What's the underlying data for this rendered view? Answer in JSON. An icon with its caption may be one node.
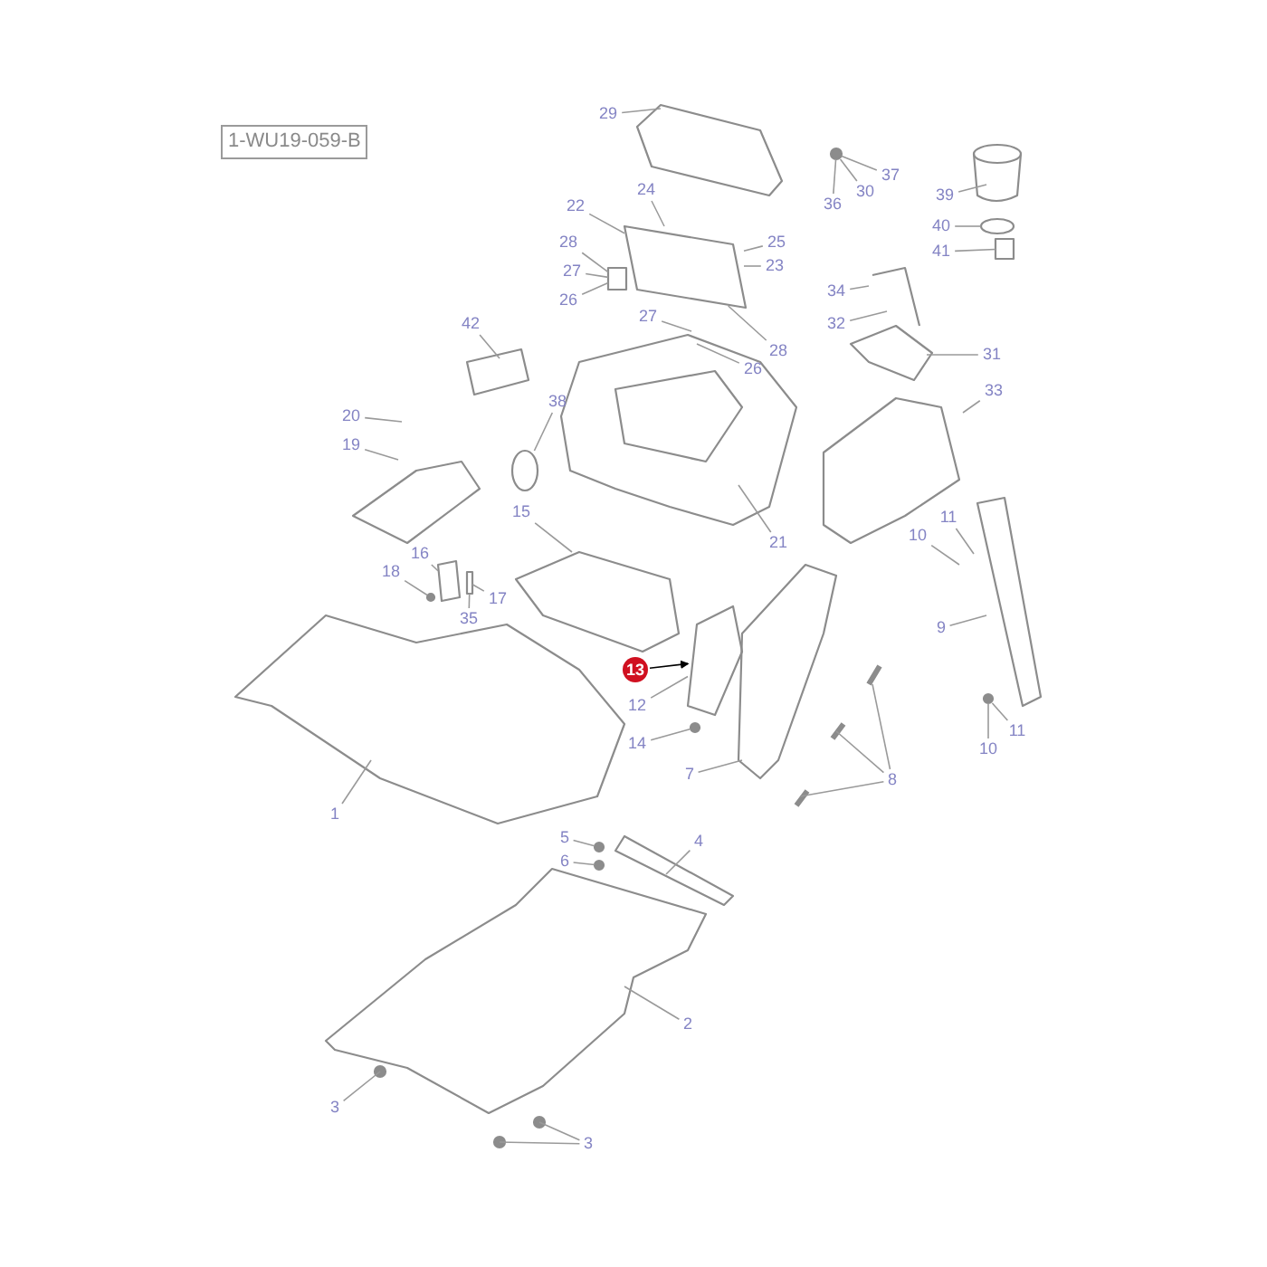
{
  "diagram": {
    "nodes": [
      {
        "text": [
          "1-WU19-059-B"
        ]
      },
      {
        "text": [
          "29"
        ]
      },
      {
        "text": [
          "37"
        ]
      },
      {
        "text": [
          "30"
        ]
      },
      {
        "text": [
          "39"
        ]
      },
      {
        "text": [
          "24"
        ]
      },
      {
        "text": [
          "36"
        ]
      },
      {
        "text": [
          "22"
        ]
      },
      {
        "text": [
          "40"
        ]
      },
      {
        "text": [
          "25"
        ]
      },
      {
        "text": [
          "28"
        ]
      },
      {
        "text": [
          "41"
        ]
      },
      {
        "text": [
          "23"
        ]
      },
      {
        "text": [
          "27"
        ]
      },
      {
        "text": [
          "34"
        ]
      },
      {
        "text": [
          "26"
        ]
      },
      {
        "text": [
          "27"
        ]
      },
      {
        "text": [
          "42"
        ]
      },
      {
        "text": [
          "32"
        ]
      },
      {
        "text": [
          "28"
        ]
      },
      {
        "text": [
          "31"
        ]
      },
      {
        "text": [
          "26"
        ]
      },
      {
        "text": [
          "33"
        ]
      },
      {
        "text": [
          "38"
        ]
      },
      {
        "text": [
          "20"
        ]
      },
      {
        "text": [
          "19"
        ]
      },
      {
        "text": [
          "15"
        ]
      },
      {
        "text": [
          "11"
        ]
      },
      {
        "text": [
          "10"
        ]
      },
      {
        "text": [
          "21"
        ]
      },
      {
        "text": [
          "16"
        ]
      },
      {
        "text": [
          "18"
        ]
      },
      {
        "text": [
          "17"
        ]
      },
      {
        "text": [
          "35"
        ]
      },
      {
        "text": [
          "9"
        ]
      },
      {
        "text": [
          "13"
        ]
      },
      {
        "text": [
          "12"
        ]
      },
      {
        "text": [
          "11"
        ]
      },
      {
        "text": [
          "14"
        ]
      },
      {
        "text": [
          "10"
        ]
      },
      {
        "text": [
          "7"
        ]
      },
      {
        "text": [
          "8"
        ]
      },
      {
        "text": [
          "1"
        ]
      },
      {
        "text": [
          "5"
        ]
      },
      {
        "text": [
          "4"
        ]
      },
      {
        "text": [
          "6"
        ]
      },
      {
        "text": [
          "2"
        ]
      },
      {
        "text": [
          "3"
        ]
      },
      {
        "text": [
          "3"
        ]
      },
      {
        "text": [],
        "shape": "circle"
      },
      {
        "text": [],
        "shape": "picture"
      },
      {
        "text": [],
        "shape": "box"
      },
      {
        "text": [],
        "shape": "circle"
      },
      {
        "text": [],
        "shape": "picture"
      },
      {
        "text": [],
        "shape": "circle"
      },
      {
        "text": [],
        "shape": "box"
      },
      {
        "text": [],
        "shape": "picture"
      },
      {
        "text": [],
        "shape": "circle"
      },
      {
        "text": [],
        "shape": "circle"
      },
      {
        "text": [],
        "shape": "circle"
      },
      {
        "text": [],
        "shape": "circle"
      },
      {
        "text": [],
        "shape": "circle"
      },
      {
        "text": [],
        "shape": "box"
      }
    ],
    "edges": [
      {
        "from": 1,
        "to": null,
        "arrow": "none"
      },
      {
        "from": 2,
        "to": 49,
        "arrow": "none"
      },
      {
        "from": 3,
        "to": 49,
        "arrow": "none"
      },
      {
        "from": 4,
        "to": null,
        "arrow": "none"
      },
      {
        "from": 5,
        "to": 50,
        "arrow": "none"
      },
      {
        "from": 6,
        "to": 49,
        "arrow": "none"
      },
      {
        "from": 7,
        "to": 50,
        "arrow": "none"
      },
      {
        "from": 8,
        "to": 61,
        "arrow": "none"
      },
      {
        "from": 9,
        "to": 50,
        "arrow": "none"
      },
      {
        "from": 10,
        "to": 51,
        "arrow": "none"
      },
      {
        "from": 11,
        "to": 62,
        "arrow": "none"
      },
      {
        "from": 12,
        "to": 50,
        "arrow": "none"
      },
      {
        "from": 13,
        "to": 51,
        "arrow": "none"
      },
      {
        "from": 14,
        "to": null,
        "arrow": "none"
      },
      {
        "from": 15,
        "to": 51,
        "arrow": "none"
      },
      {
        "from": 16,
        "to": null,
        "arrow": "none"
      },
      {
        "from": 17,
        "to": null,
        "arrow": "none"
      },
      {
        "from": 18,
        "to": null,
        "arrow": "none"
      },
      {
        "from": 19,
        "to": 50,
        "arrow": "none"
      },
      {
        "from": 20,
        "to": null,
        "arrow": "none"
      },
      {
        "from": 21,
        "to": null,
        "arrow": "none"
      },
      {
        "from": 22,
        "to": null,
        "arrow": "none"
      },
      {
        "from": 23,
        "to": 52,
        "arrow": "none"
      },
      {
        "from": 24,
        "to": null,
        "arrow": "none"
      },
      {
        "from": 25,
        "to": null,
        "arrow": "none"
      },
      {
        "from": 26,
        "to": null,
        "arrow": "none"
      },
      {
        "from": 27,
        "to": null,
        "arrow": "none"
      },
      {
        "from": 28,
        "to": null,
        "arrow": "none"
      },
      {
        "from": 29,
        "to": null,
        "arrow": "none"
      },
      {
        "from": 30,
        "to": 53,
        "arrow": "none"
      },
      {
        "from": 31,
        "to": 54,
        "arrow": "none"
      },
      {
        "from": 32,
        "to": 55,
        "arrow": "none"
      },
      {
        "from": 33,
        "to": 55,
        "arrow": "none"
      },
      {
        "from": 34,
        "to": null,
        "arrow": "none"
      },
      {
        "from": 35,
        "to": 56,
        "arrow": "to",
        "color": "#000000"
      },
      {
        "from": 36,
        "to": 56,
        "arrow": "none"
      },
      {
        "from": 37,
        "to": 58,
        "arrow": "none"
      },
      {
        "from": 38,
        "to": 57,
        "arrow": "none"
      },
      {
        "from": 39,
        "to": 58,
        "arrow": "none"
      },
      {
        "from": 40,
        "to": null,
        "arrow": "none"
      },
      {
        "from": 41,
        "to": null,
        "arrow": "none"
      },
      {
        "from": 41,
        "to": null,
        "arrow": "none"
      },
      {
        "from": 41,
        "to": null,
        "arrow": "none"
      },
      {
        "from": 42,
        "to": null,
        "arrow": "none"
      },
      {
        "from": 43,
        "to": 59,
        "arrow": "none"
      },
      {
        "from": 44,
        "to": null,
        "arrow": "none"
      },
      {
        "from": 45,
        "to": 60,
        "arrow": "none"
      },
      {
        "from": 46,
        "to": null,
        "arrow": "none"
      },
      {
        "from": 47,
        "to": null,
        "arrow": "none"
      },
      {
        "from": 48,
        "to": null,
        "arrow": "none"
      },
      {
        "from": 48,
        "to": null,
        "arrow": "none"
      }
    ]
  }
}
